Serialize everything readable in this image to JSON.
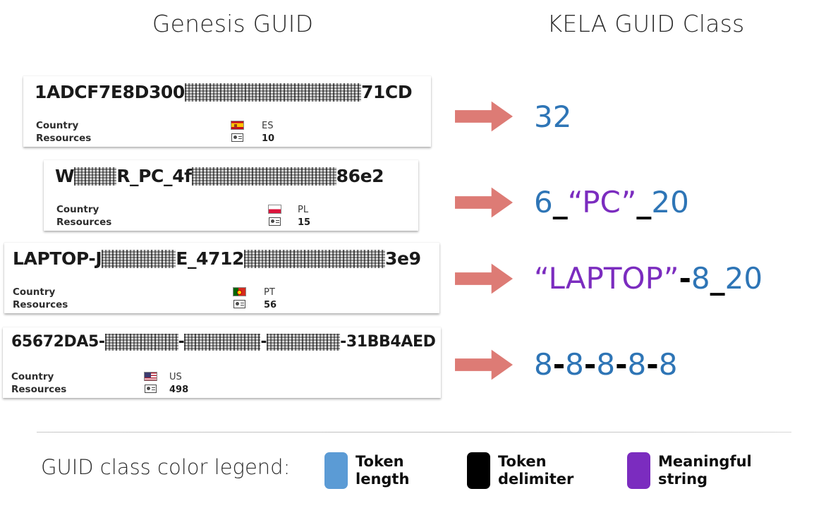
{
  "headers": {
    "left": "Genesis GUID",
    "right": "KELA GUID Class"
  },
  "rows": [
    {
      "guid_visible_prefix": "1ADCF7E8D300",
      "guid_visible_suffix": "71CD",
      "meta": {
        "country_label": "Country",
        "country_flag": "flag-es-icon",
        "country_value": "ES",
        "resources_label": "Resources",
        "resources_icon": "id-card-icon",
        "resources_value": "10"
      },
      "arrow_icon": "right-arrow-icon",
      "class_tokens": [
        {
          "text": "32",
          "kind": "token_length"
        }
      ]
    },
    {
      "guid_visible_prefix": "W",
      "guid_visible_middle": "R_PC_4f",
      "guid_visible_suffix": "86e2",
      "meta": {
        "country_label": "Country",
        "country_flag": "flag-pl-icon",
        "country_value": "PL",
        "resources_label": "Resources",
        "resources_icon": "id-card-icon",
        "resources_value": "15"
      },
      "arrow_icon": "right-arrow-icon",
      "class_tokens": [
        {
          "text": "6",
          "kind": "token_length"
        },
        {
          "text": "_",
          "kind": "token_delimiter"
        },
        {
          "text": "“PC”",
          "kind": "meaningful_string"
        },
        {
          "text": "_",
          "kind": "token_delimiter"
        },
        {
          "text": "20",
          "kind": "token_length"
        }
      ]
    },
    {
      "guid_visible_prefix": "LAPTOP-J",
      "guid_visible_middle": "E_4712",
      "guid_visible_suffix": "3e9",
      "meta": {
        "country_label": "Country",
        "country_flag": "flag-pt-icon",
        "country_value": "PT",
        "resources_label": "Resources",
        "resources_icon": "id-card-icon",
        "resources_value": "56"
      },
      "arrow_icon": "right-arrow-icon",
      "class_tokens": [
        {
          "text": "“LAPTOP”",
          "kind": "meaningful_string"
        },
        {
          "text": "-",
          "kind": "token_delimiter"
        },
        {
          "text": "8",
          "kind": "token_length"
        },
        {
          "text": "_",
          "kind": "token_delimiter"
        },
        {
          "text": "20",
          "kind": "token_length"
        }
      ]
    },
    {
      "guid_visible_prefix": "65672DA5-",
      "guid_visible_sep1": "-",
      "guid_visible_sep2": "-",
      "guid_visible_suffix": "-31BB4AED",
      "meta": {
        "country_label": "Country",
        "country_flag": "flag-us-icon",
        "country_value": "US",
        "resources_label": "Resources",
        "resources_icon": "id-card-icon",
        "resources_value": "498"
      },
      "arrow_icon": "right-arrow-icon",
      "class_tokens": [
        {
          "text": "8",
          "kind": "token_length"
        },
        {
          "text": "-",
          "kind": "token_delimiter"
        },
        {
          "text": "8",
          "kind": "token_length"
        },
        {
          "text": "-",
          "kind": "token_delimiter"
        },
        {
          "text": "8",
          "kind": "token_length"
        },
        {
          "text": "-",
          "kind": "token_delimiter"
        },
        {
          "text": "8",
          "kind": "token_length"
        },
        {
          "text": "-",
          "kind": "token_delimiter"
        },
        {
          "text": "8",
          "kind": "token_length"
        }
      ]
    }
  ],
  "legend": {
    "title": "GUID class color legend:",
    "items": [
      {
        "color": "#5B9BD5",
        "label": "Token\nlength",
        "kind": "token_length"
      },
      {
        "color": "#000000",
        "label": "Token\ndelimiter",
        "kind": "token_delimiter"
      },
      {
        "color": "#7B2CBF",
        "label": "Meaningful\nstring",
        "kind": "meaningful_string"
      }
    ]
  },
  "colors": {
    "token_length": "#2E75B6",
    "token_delimiter": "#000000",
    "meaningful_string": "#7B2CBF",
    "arrow": "#DD7B75",
    "legend_blue": "#5B9BD5",
    "legend_black": "#000000",
    "legend_purple": "#7B2CBF"
  }
}
